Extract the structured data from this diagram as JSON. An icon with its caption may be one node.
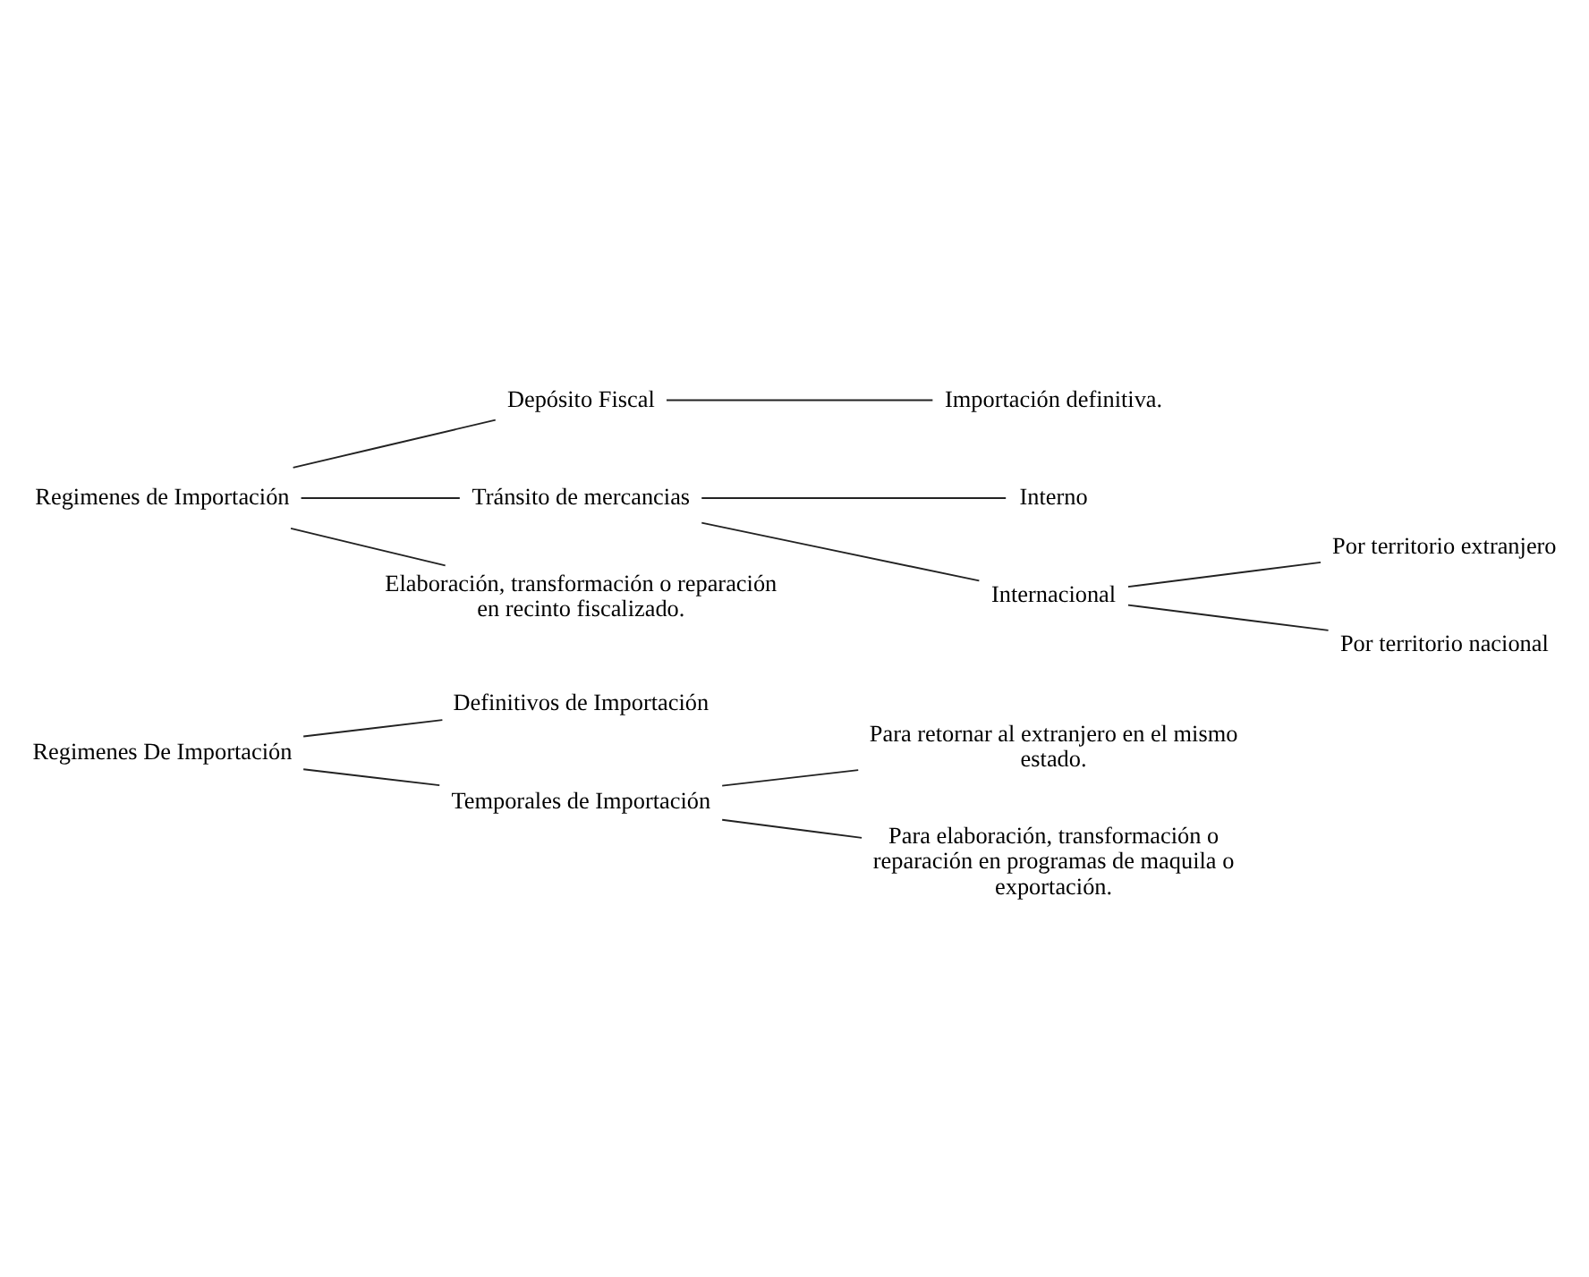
{
  "diagram": {
    "nodes": [
      {
        "text": [
          "Regimenes De Importación"
        ]
      },
      {
        "text": [
          "Definitivos de Importación"
        ]
      },
      {
        "text": [
          "Temporales de Importación"
        ]
      },
      {
        "text": [
          "Para retornar al extranjero en el mismo estado."
        ]
      },
      {
        "text": [
          "Para elaboración, transformación o reparación en programas de maquila o exportación."
        ]
      },
      {
        "text": [
          "Regimenes de Importación"
        ]
      },
      {
        "text": [
          "Depósito Fiscal"
        ]
      },
      {
        "text": [
          "Importación definitiva."
        ]
      },
      {
        "text": [
          "Tránsito de mercancias"
        ]
      },
      {
        "text": [
          "Interno"
        ]
      },
      {
        "text": [
          "Internacional"
        ]
      },
      {
        "text": [
          "Por territorio extranjero"
        ]
      },
      {
        "text": [
          "Por territorio nacional"
        ]
      },
      {
        "text": [
          "Elaboración, transformación o reparación en recinto fiscalizado."
        ]
      }
    ],
    "edges": [
      {
        "from": 0,
        "to": 1,
        "arrow": "none"
      },
      {
        "from": 0,
        "to": 2,
        "arrow": "none"
      },
      {
        "from": 2,
        "to": 3,
        "arrow": "none"
      },
      {
        "from": 2,
        "to": 4,
        "arrow": "none"
      },
      {
        "from": 5,
        "to": 6,
        "arrow": "none"
      },
      {
        "from": 5,
        "to": 8,
        "arrow": "none"
      },
      {
        "from": 5,
        "to": 13,
        "arrow": "none"
      },
      {
        "from": 6,
        "to": 7,
        "arrow": "none"
      },
      {
        "from": 8,
        "to": 9,
        "arrow": "none"
      },
      {
        "from": 8,
        "to": 10,
        "arrow": "none"
      },
      {
        "from": 10,
        "to": 11,
        "arrow": "none"
      },
      {
        "from": 10,
        "to": 12,
        "arrow": "none"
      }
    ]
  }
}
